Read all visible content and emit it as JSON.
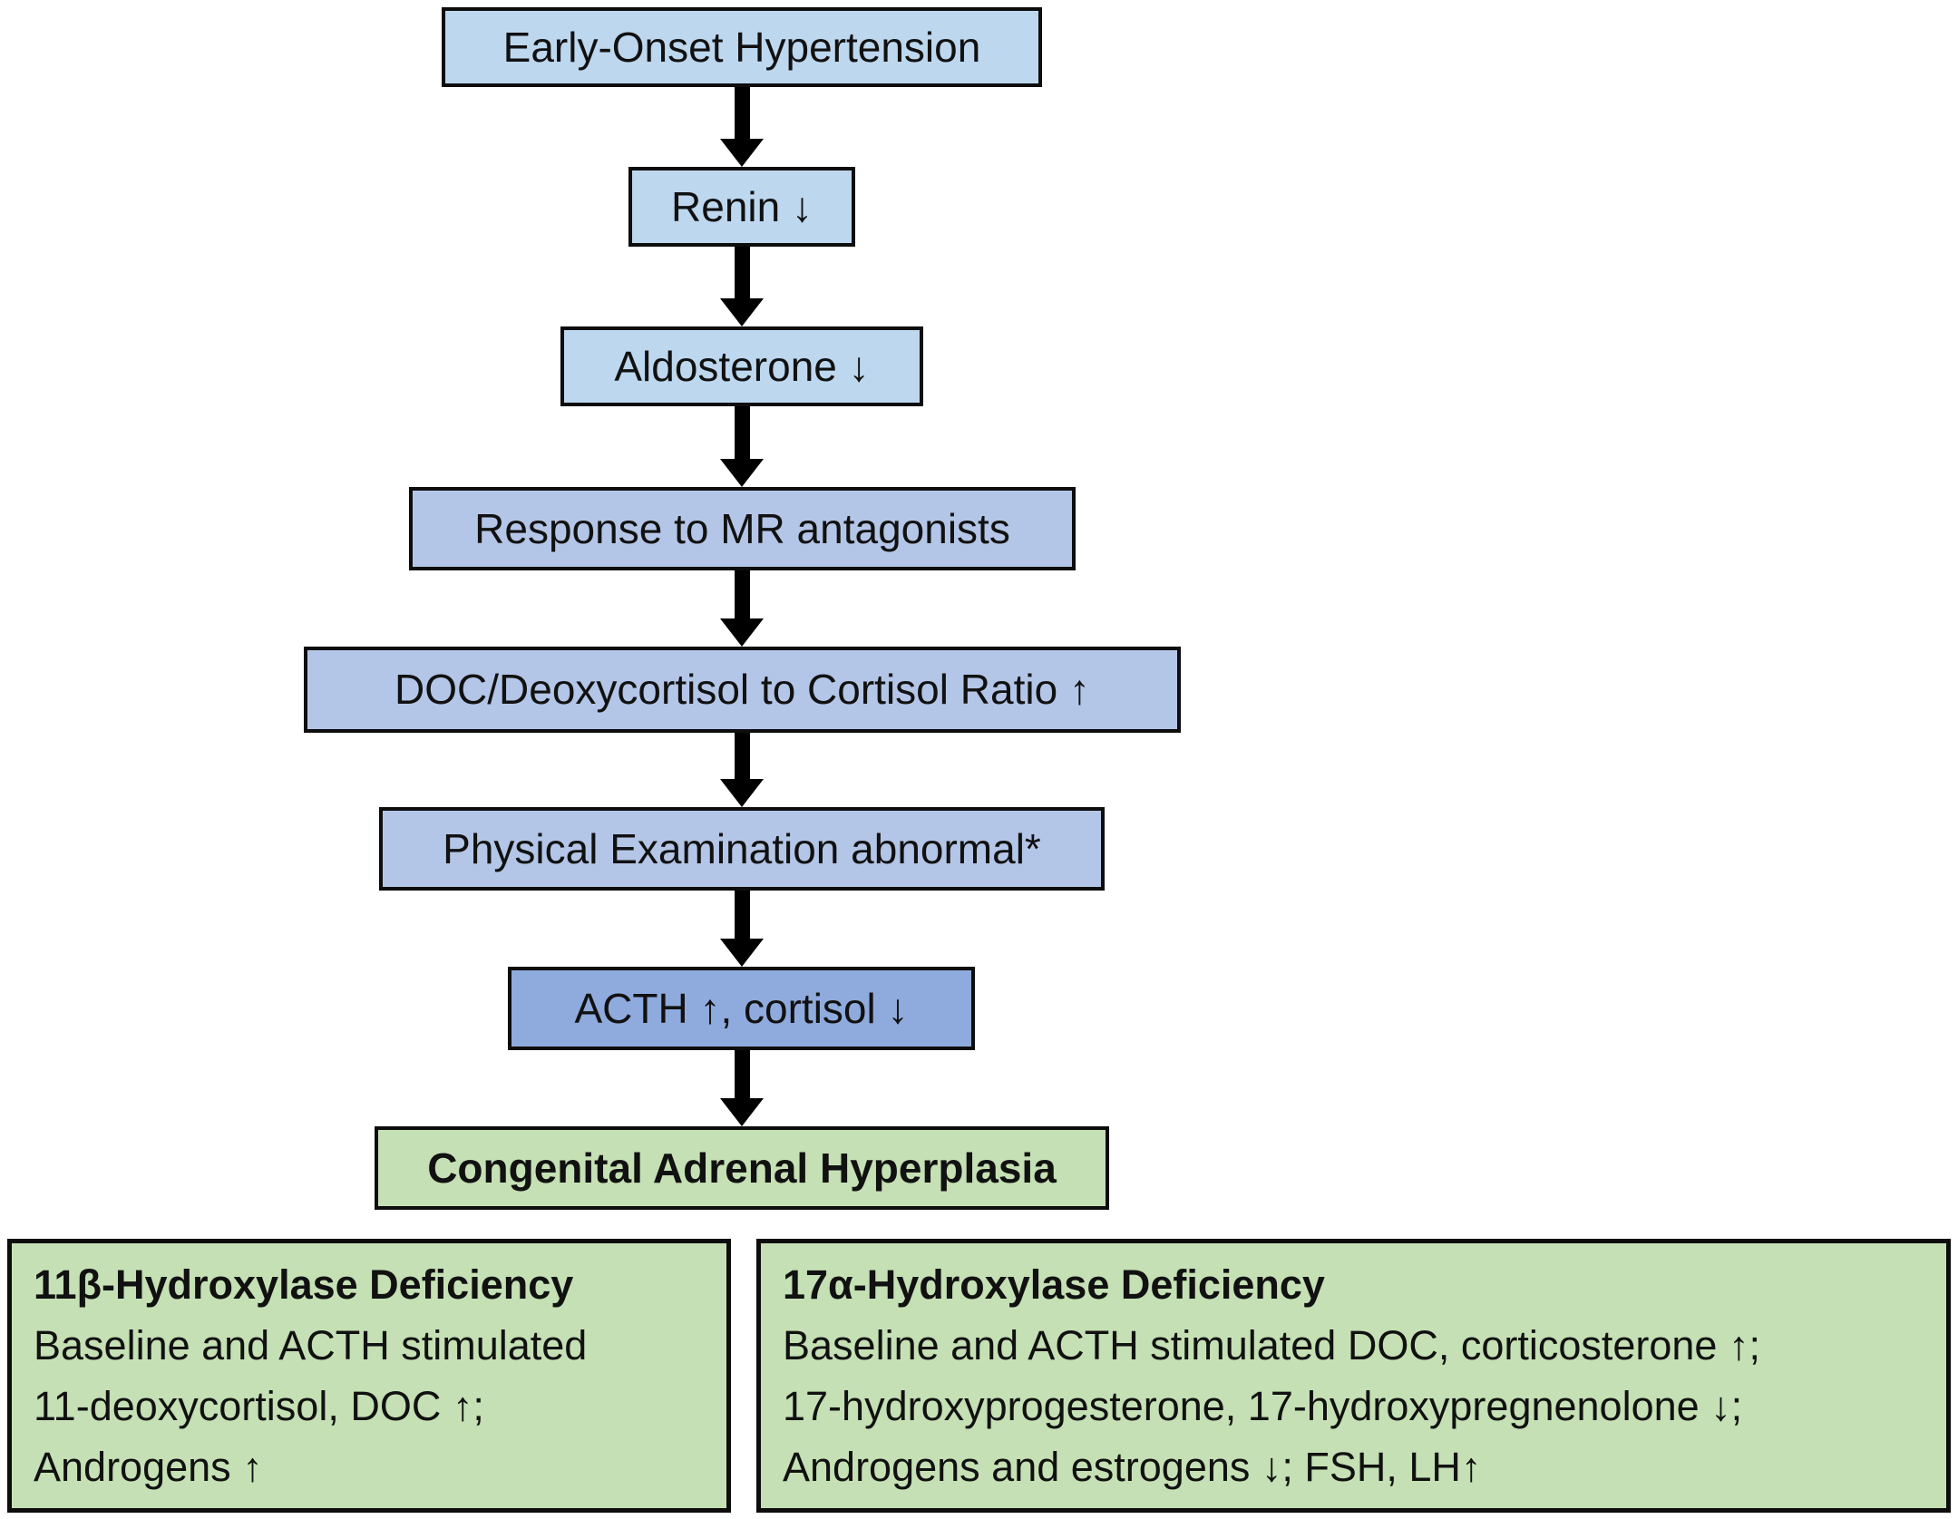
{
  "colors": {
    "node_light_blue": "#BDD7EE",
    "node_medium_blue": "#B4C6E7",
    "node_dark_blue": "#8FAADC",
    "node_green": "#C5E0B4",
    "border": "#0D0D0D",
    "arrow": "#000000",
    "text": "#111111",
    "background": "#FFFFFF"
  },
  "flow": {
    "nodes": [
      {
        "id": "early-onset-hypertension",
        "label": "Early-Onset Hypertension"
      },
      {
        "id": "renin",
        "label": "Renin ↓"
      },
      {
        "id": "aldosterone",
        "label": "Aldosterone ↓"
      },
      {
        "id": "mr-antagonist-response",
        "label": "Response to MR antagonists"
      },
      {
        "id": "doc-deoxycortisol-cortisol-ratio",
        "label": "DOC/Deoxycortisol to Cortisol Ratio ↑"
      },
      {
        "id": "physical-examination",
        "label": "Physical Examination abnormal*"
      },
      {
        "id": "acth-cortisol",
        "label": "ACTH ↑, cortisol ↓"
      },
      {
        "id": "congenital-adrenal-hyperplasia",
        "label": "Congenital Adrenal Hyperplasia"
      }
    ]
  },
  "branches": [
    {
      "title": "11β-Hydroxylase Deficiency",
      "lines": [
        "Baseline and ACTH stimulated",
        "11-deoxycortisol, DOC ↑;",
        "Androgens ↑"
      ]
    },
    {
      "title": "17α-Hydroxylase Deficiency",
      "lines": [
        "Baseline and ACTH stimulated DOC, corticosterone ↑;",
        "17-hydroxyprogesterone, 17-hydroxypregnenolone ↓;",
        "Androgens and estrogens ↓; FSH, LH↑"
      ]
    }
  ]
}
